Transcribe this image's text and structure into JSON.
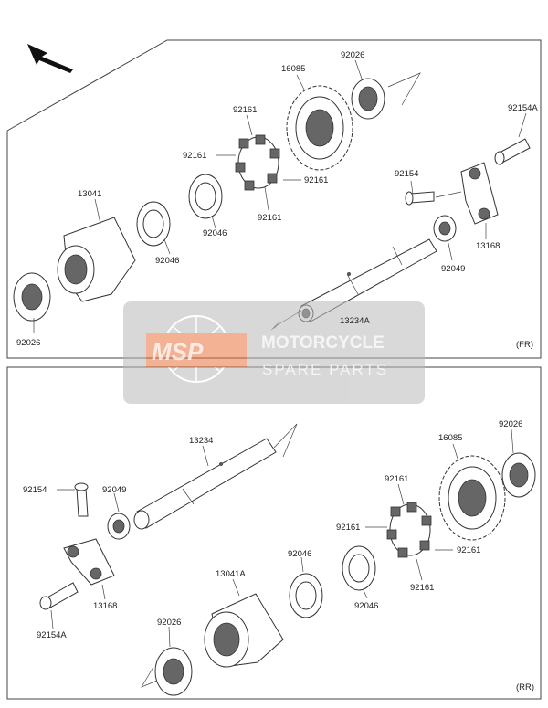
{
  "panels": {
    "top": {
      "tag": "(FR)",
      "labels": {
        "p16085": "16085",
        "p92026_top": "92026",
        "p92161_a": "92161",
        "p92161_b": "92161",
        "p92161_c": "92161",
        "p92161_d": "92161",
        "p92154A": "92154A",
        "p92154": "92154",
        "p13041": "13041",
        "p92046_a": "92046",
        "p92046_b": "92046",
        "p13168": "13168",
        "p92049": "92049",
        "p92026_left": "92026",
        "p13234A": "13234A"
      }
    },
    "bottom": {
      "tag": "(RR)",
      "labels": {
        "p13234": "13234",
        "p16085": "16085",
        "p92026_right": "92026",
        "p92154": "92154",
        "p92049": "92049",
        "p92161_a": "92161",
        "p92161_b": "92161",
        "p92161_c": "92161",
        "p92161_d": "92161",
        "p13041A": "13041A",
        "p92046_a": "92046",
        "p92046_b": "92046",
        "p13168": "13168",
        "p92026_left": "92026",
        "p92154A": "92154A"
      }
    }
  },
  "watermark": {
    "logo": "MSP",
    "line1": "MOTORCYCLE",
    "line2": "SPARE PARTS"
  },
  "colors": {
    "logo": "#e8743b",
    "watermark_bg": "#b9b9b9"
  }
}
